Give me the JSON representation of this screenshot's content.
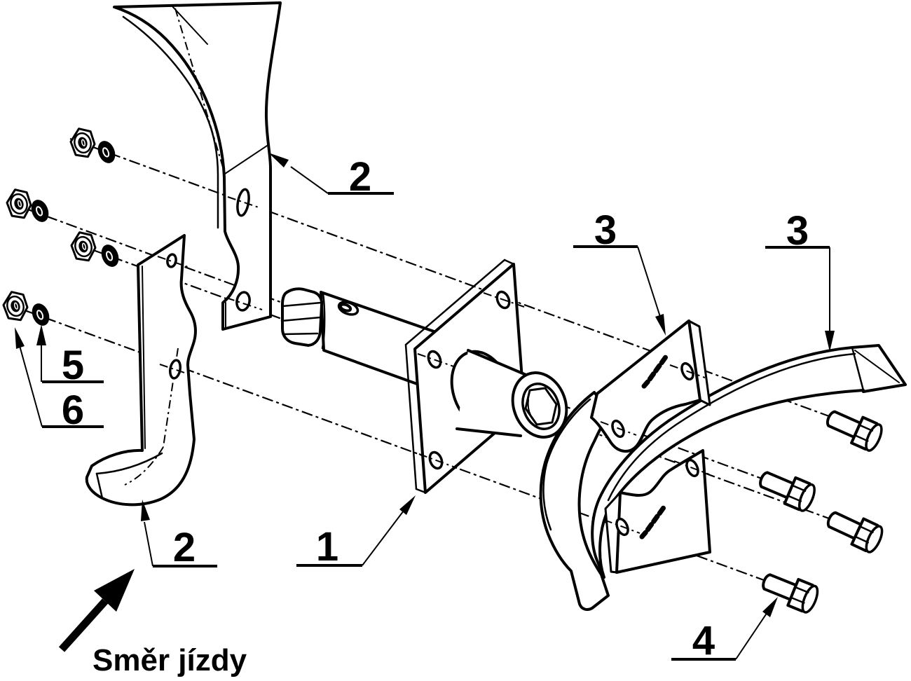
{
  "diagram": {
    "background_color": "#ffffff",
    "line_color": "#000000",
    "callouts": [
      {
        "id": "callout-2-top",
        "number": "2"
      },
      {
        "id": "callout-3-left",
        "number": "3"
      },
      {
        "id": "callout-3-right",
        "number": "3"
      },
      {
        "id": "callout-5",
        "number": "5"
      },
      {
        "id": "callout-6",
        "number": "6"
      },
      {
        "id": "callout-2-bottom",
        "number": "2"
      },
      {
        "id": "callout-1",
        "number": "1"
      },
      {
        "id": "callout-4",
        "number": "4"
      }
    ],
    "direction_label": "Směr jízdy"
  }
}
